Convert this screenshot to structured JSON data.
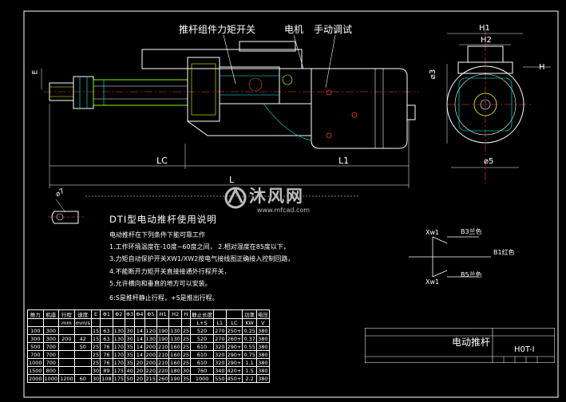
{
  "drawing": {
    "callouts": {
      "pushrod_switch": "推杆组件力矩开关",
      "motor": "电机",
      "manual": "手动调试"
    },
    "dims": {
      "e": "E",
      "lc": "LC",
      "l1": "L1",
      "l": "L",
      "h1": "H1",
      "h2": "H2",
      "h": "H",
      "phi3": "⌀3",
      "phi5": "⌀5",
      "phi7": "⌀7"
    }
  },
  "watermark": {
    "brand": "沐风网",
    "url": "www.mfcad.com"
  },
  "notes": {
    "heading": "DTⅠ型电动推杆使用说明",
    "subheading": "电动推杆在下列条件下能可靠工作",
    "line1": "1.工作环境温度在-10度~60度之间， 2.相对湿度在85度以下，",
    "line2": "3.力矩自动保护开关XW1/XW2按电气接线图正确接入控制回路，",
    "line3": "4.不能断开力矩开关直接接通外行程开关，",
    "line4": "5.允许横向和垂直的地方可以安装。",
    "line5": "6:S是推杆静止行程，+S是推出行程。"
  },
  "wiring": {
    "xw1_top": "Xw1",
    "b3": "B3兰色",
    "b1": "B1红色",
    "b5": "B5兰色",
    "xw1_bottom": "Xw1"
  },
  "table": {
    "header1": [
      "推力",
      "机座",
      "行程",
      "速度",
      "E",
      "Φ1",
      "Φ2",
      "Φ3",
      "Φ4",
      "Φ5",
      "H1",
      "H2",
      "H",
      "静止长度",
      "",
      "",
      "功率",
      "电压"
    ],
    "header2": [
      "",
      "",
      "mm",
      "mm/s",
      "",
      "",
      "",
      "",
      "",
      "",
      "",
      "",
      "",
      "L+S",
      "L1",
      "LC",
      "KW",
      "V"
    ],
    "rows": [
      [
        "100",
        "300",
        "",
        "",
        "15",
        "63",
        "130",
        "30",
        "14",
        "120",
        "190",
        "130",
        "25",
        "520",
        "270",
        "250+",
        "0.25",
        "380"
      ],
      [
        "300",
        "300",
        "200",
        "42",
        "15",
        "63",
        "130",
        "30",
        "14",
        "130",
        "190",
        "130",
        "25",
        "520",
        "270",
        "260+",
        "0.37",
        "380"
      ],
      [
        "500",
        "700",
        "",
        "50",
        "25",
        "76",
        "170",
        "35",
        "14",
        "200",
        "210",
        "160",
        "25",
        "610",
        "320",
        "290+",
        "0.55",
        "380"
      ],
      [
        "700",
        "700",
        "",
        "",
        "25",
        "76",
        "170",
        "35",
        "14",
        "200",
        "210",
        "160",
        "25",
        "610",
        "320",
        "290+",
        "0.75",
        "380"
      ],
      [
        "1000",
        "700",
        "",
        "",
        "25",
        "76",
        "170",
        "35",
        "20",
        "200",
        "210",
        "160",
        "25",
        "610",
        "320",
        "290+",
        "1.1",
        "380"
      ],
      [
        "1500",
        "800",
        "",
        "",
        "30",
        "89",
        "175",
        "40",
        "20",
        "220",
        "220",
        "180",
        "30",
        "760",
        "340",
        "420+",
        "1.5",
        "380"
      ],
      [
        "2000",
        "1000",
        "1200",
        "60",
        "30",
        "108",
        "175",
        "50",
        "20",
        "215",
        "260",
        "190",
        "35",
        "1000",
        "550",
        "450+",
        "2.2",
        "380"
      ]
    ]
  },
  "title_block": {
    "name": "电动推杆",
    "code": "H0T-Ⅰ"
  }
}
